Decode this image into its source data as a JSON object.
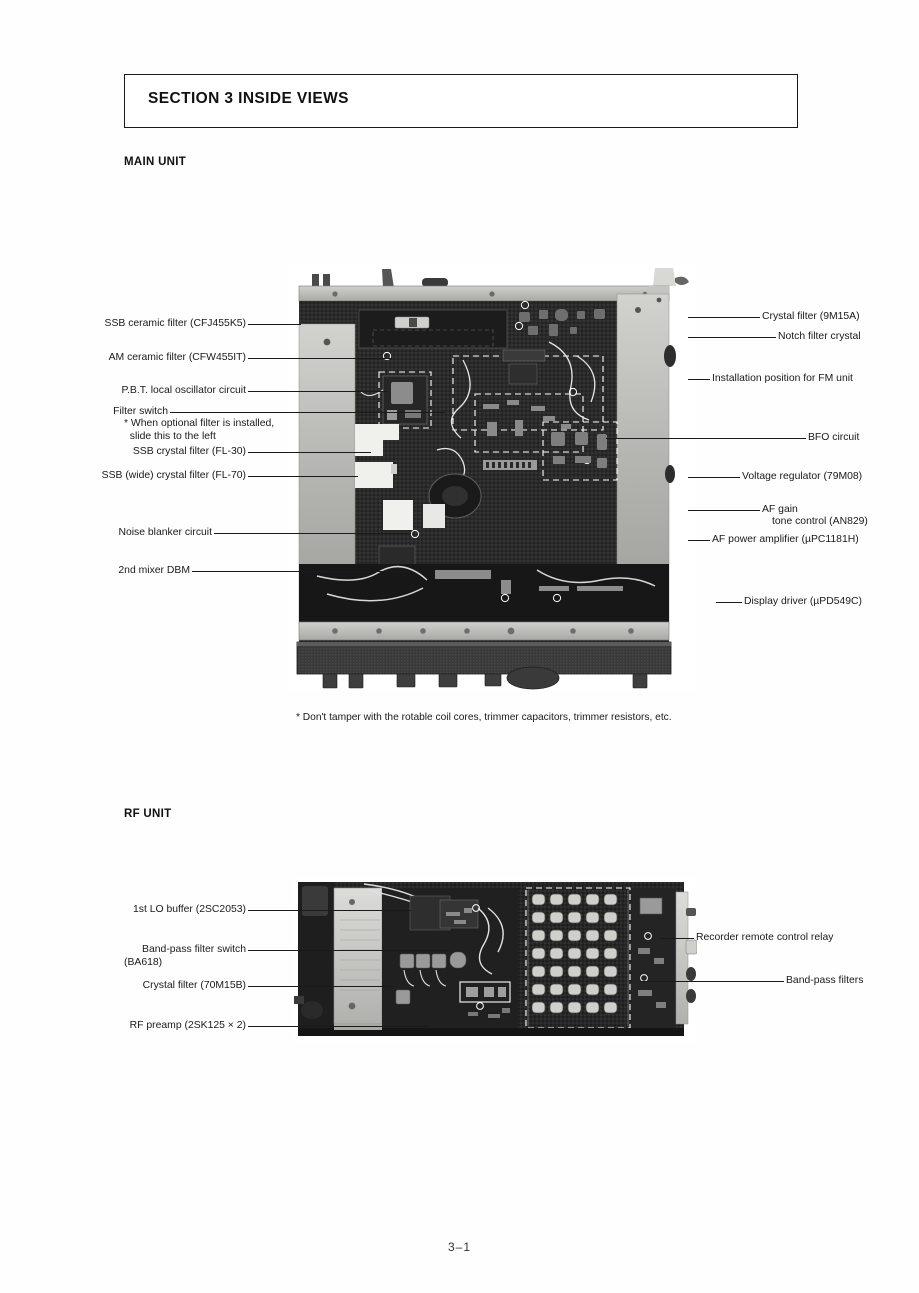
{
  "section": {
    "title": "SECTION 3  INSIDE VIEWS"
  },
  "main_unit": {
    "heading": "MAIN UNIT",
    "labels_left": [
      {
        "text": "SSB ceramic filter (CFJ455K5)"
      },
      {
        "text": "AM ceramic filter (CFW455IT)"
      },
      {
        "text": "P.B.T. local oscillator circuit"
      },
      {
        "text": "Filter switch"
      },
      {
        "text": "* When optional filter is installed,"
      },
      {
        "text": "  slide this to the left"
      },
      {
        "text": "SSB crystal filter (FL-30)"
      },
      {
        "text": "SSB (wide) crystal filter (FL-70)"
      },
      {
        "text": "Noise blanker circuit"
      },
      {
        "text": "2nd mixer DBM"
      }
    ],
    "labels_right": [
      {
        "text": "Crystal filter (9M15A)"
      },
      {
        "text": "Notch filter crystal"
      },
      {
        "text": "Installation position for FM unit"
      },
      {
        "text": "BFO circuit"
      },
      {
        "text": "Voltage regulator (79M08)"
      },
      {
        "text": "AF gain"
      },
      {
        "text": "tone control (AN829)"
      },
      {
        "text": "AF power amplifier (µPC1181H)"
      },
      {
        "text": "Display driver (µPD549C)"
      }
    ],
    "footnote": "* Don't tamper with the rotable coil cores, trimmer capacitors, trimmer resistors, etc."
  },
  "rf_unit": {
    "heading": "RF UNIT",
    "labels_left": [
      {
        "text": "1st LO buffer (2SC2053)"
      },
      {
        "text": "Band-pass filter switch"
      },
      {
        "text": "(BA618)"
      },
      {
        "text": "Crystal filter (70M15B)"
      },
      {
        "text": "RF preamp (2SK125 × 2)"
      }
    ],
    "labels_right": [
      {
        "text": "Recorder remote control relay"
      },
      {
        "text": "Band-pass filters"
      }
    ]
  },
  "footer": {
    "page_number": "3–1"
  },
  "colors": {
    "ink": "#1a1a1a",
    "paper": "#fefefe",
    "photo_dark": "#2b2b2b",
    "photo_rail": "#b8b8b4",
    "photo_panel": "#1d1d1d"
  }
}
